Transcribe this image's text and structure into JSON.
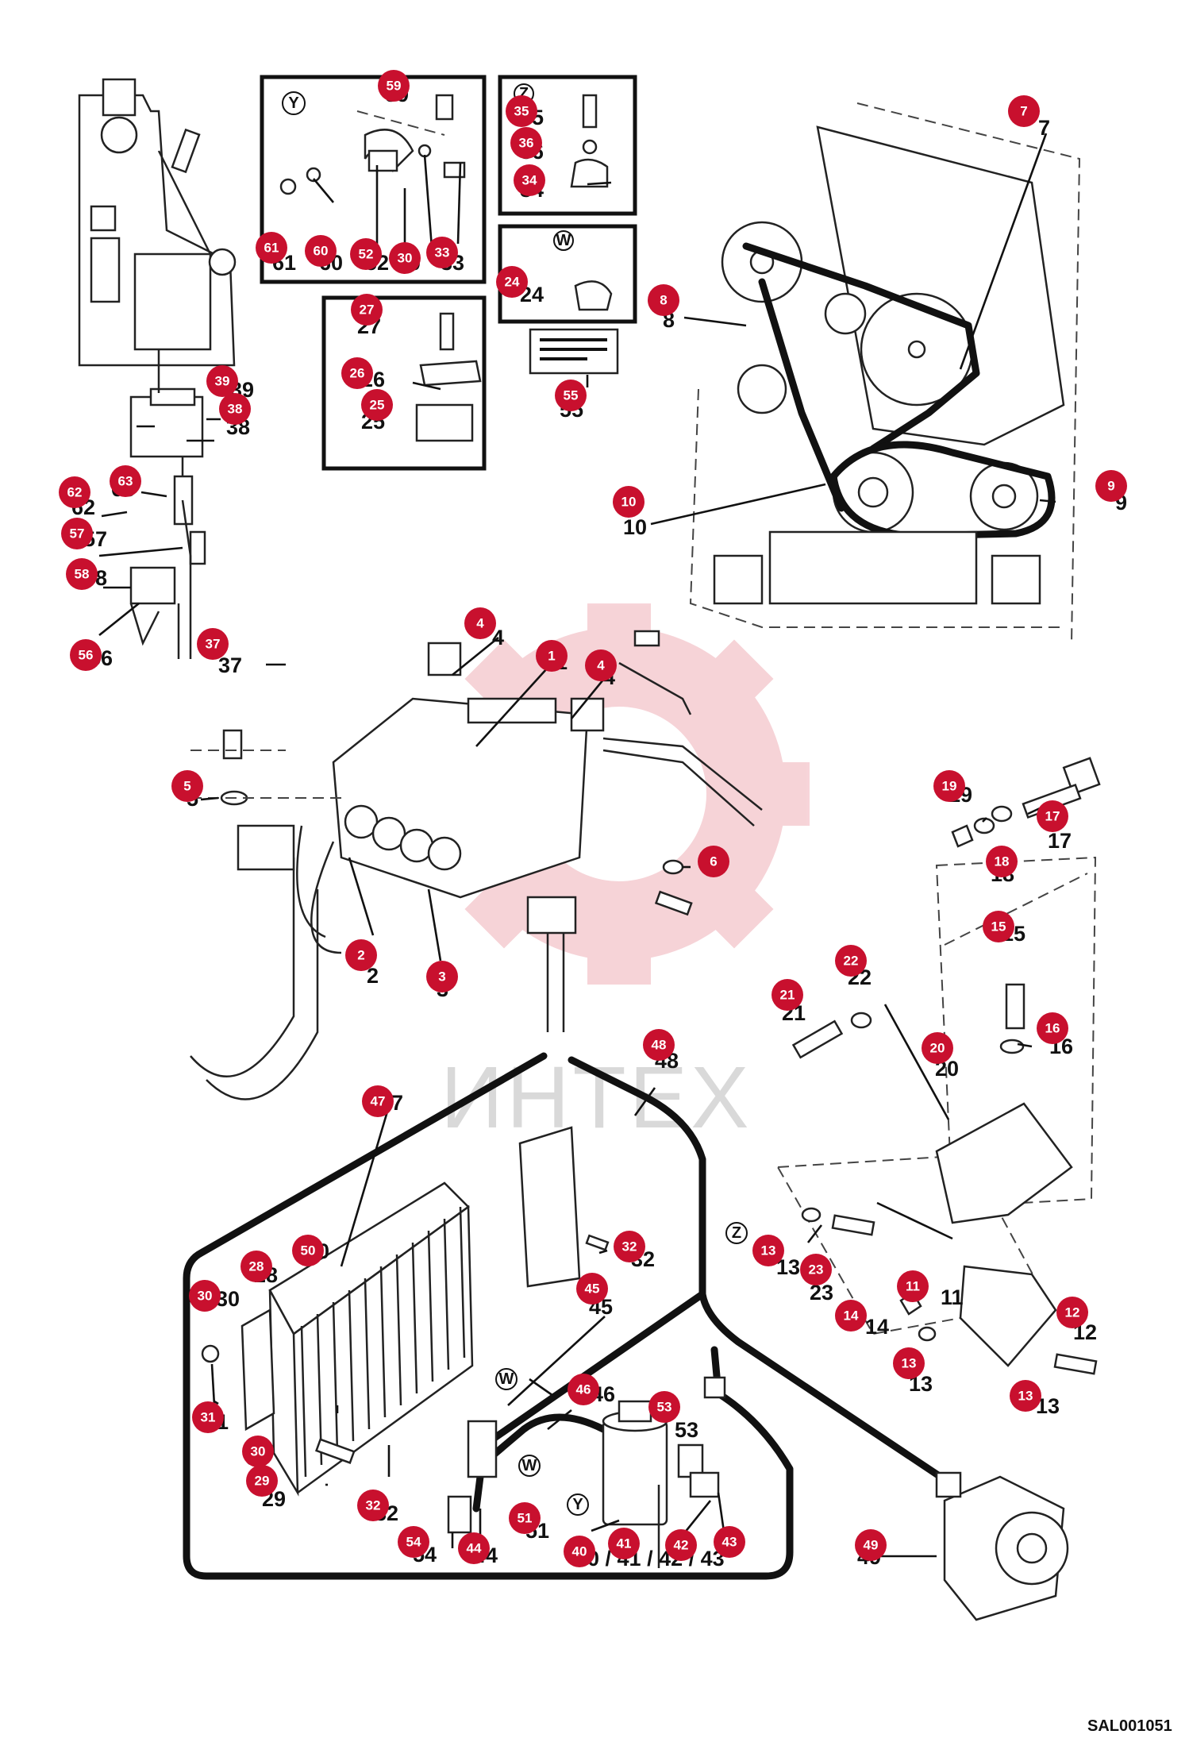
{
  "watermark": "ИНТЕХ",
  "diagram_code": "SAL001051",
  "letter_markers": [
    "Y",
    "Z",
    "W"
  ],
  "callouts": [
    {
      "n": "1"
    },
    {
      "n": "2"
    },
    {
      "n": "3"
    },
    {
      "n": "4"
    },
    {
      "n": "4"
    },
    {
      "n": "5"
    },
    {
      "n": "6"
    },
    {
      "n": "7"
    },
    {
      "n": "8"
    },
    {
      "n": "9"
    },
    {
      "n": "10"
    },
    {
      "n": "11"
    },
    {
      "n": "12"
    },
    {
      "n": "13"
    },
    {
      "n": "13"
    },
    {
      "n": "13"
    },
    {
      "n": "14"
    },
    {
      "n": "15"
    },
    {
      "n": "16"
    },
    {
      "n": "17"
    },
    {
      "n": "18"
    },
    {
      "n": "19"
    },
    {
      "n": "20"
    },
    {
      "n": "21"
    },
    {
      "n": "22"
    },
    {
      "n": "23"
    },
    {
      "n": "24"
    },
    {
      "n": "25"
    },
    {
      "n": "26"
    },
    {
      "n": "27"
    },
    {
      "n": "28"
    },
    {
      "n": "29"
    },
    {
      "n": "30"
    },
    {
      "n": "30"
    },
    {
      "n": "30"
    },
    {
      "n": "31"
    },
    {
      "n": "32"
    },
    {
      "n": "32"
    },
    {
      "n": "33"
    },
    {
      "n": "34"
    },
    {
      "n": "35"
    },
    {
      "n": "36"
    },
    {
      "n": "37"
    },
    {
      "n": "38"
    },
    {
      "n": "39"
    },
    {
      "n": "40"
    },
    {
      "n": "41"
    },
    {
      "n": "42"
    },
    {
      "n": "43"
    },
    {
      "n": "44"
    },
    {
      "n": "45"
    },
    {
      "n": "46"
    },
    {
      "n": "47"
    },
    {
      "n": "48"
    },
    {
      "n": "49"
    },
    {
      "n": "50"
    },
    {
      "n": "51"
    },
    {
      "n": "52"
    },
    {
      "n": "53"
    },
    {
      "n": "54"
    },
    {
      "n": "55"
    },
    {
      "n": "56"
    },
    {
      "n": "57"
    },
    {
      "n": "58"
    },
    {
      "n": "59"
    },
    {
      "n": "60"
    },
    {
      "n": "61"
    },
    {
      "n": "62"
    },
    {
      "n": "63"
    }
  ],
  "printed_labels": [
    "7",
    "8",
    "10",
    "9",
    "4",
    "1",
    "4",
    "5",
    "6",
    "2",
    "3",
    "37",
    "38",
    "19",
    "17",
    "18",
    "15",
    "16",
    "21",
    "22",
    "20",
    "13",
    "23",
    "11",
    "12",
    "14",
    "13",
    "13",
    "47",
    "48",
    "32",
    "28",
    "50",
    "30",
    "31",
    "30",
    "29",
    "32",
    "45",
    "46",
    "53",
    "51",
    "40 / 41 / 42 / 43",
    "44",
    "54",
    "49",
    "59",
    "61",
    "60",
    "52",
    "30",
    "33",
    "35",
    "36",
    "34",
    "24",
    "27",
    "26",
    "25",
    "55",
    "39",
    "63",
    "62",
    "57",
    "58",
    "56"
  ]
}
